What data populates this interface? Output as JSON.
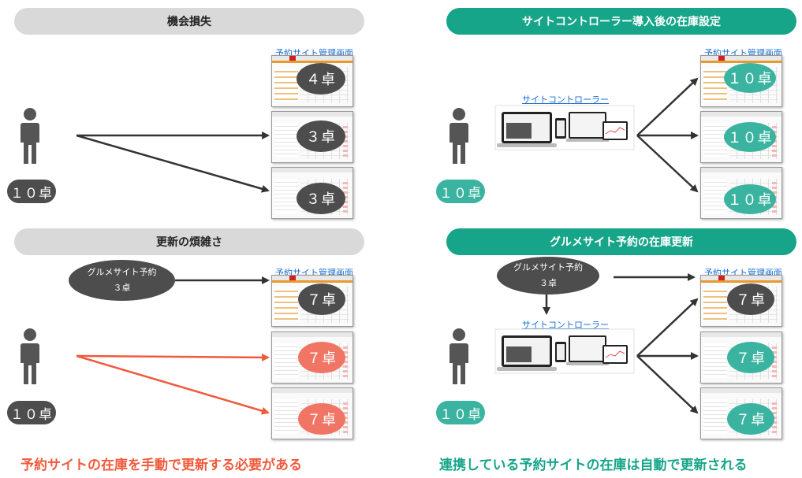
{
  "left_top": {
    "title": "機会損失",
    "caption": "予約サイト管理画面",
    "user_count": "１０卓",
    "screens": [
      "４卓",
      "３卓",
      "３卓"
    ]
  },
  "left_bottom": {
    "title": "更新の煩雑さ",
    "caption": "予約サイト管理画面",
    "gourmet_label": "グルメサイト予約",
    "gourmet_count": "３卓",
    "user_count": "１０卓",
    "screens": [
      "７卓",
      "７卓",
      "７卓"
    ]
  },
  "right_top": {
    "title": "サイトコントローラー導入後の在庫設定",
    "caption": "予約サイト管理画面",
    "controller_label": "サイトコントローラー",
    "user_count": "１０卓",
    "screens": [
      "１０卓",
      "１０卓",
      "１０卓"
    ]
  },
  "right_bottom": {
    "title": "グルメサイト予約の在庫更新",
    "caption": "予約サイト管理画面",
    "gourmet_label": "グルメサイト予約",
    "gourmet_count": "３卓",
    "controller_label": "サイトコントローラー",
    "user_count": "１０卓",
    "screens": [
      "７卓",
      "７卓",
      "７卓"
    ]
  },
  "footer": {
    "left": "予約サイトの在庫を手動で更新する必要がある",
    "right": "連携している予約サイトの在庫は自動で更新される"
  },
  "colors": {
    "teal": "#17a58a",
    "badge_teal": "#3ab4a0",
    "dark": "#4d4d4d",
    "red_arrow": "#f05a3c",
    "badge_red": "#f07565",
    "gray_pill": "#d9d9d9"
  }
}
